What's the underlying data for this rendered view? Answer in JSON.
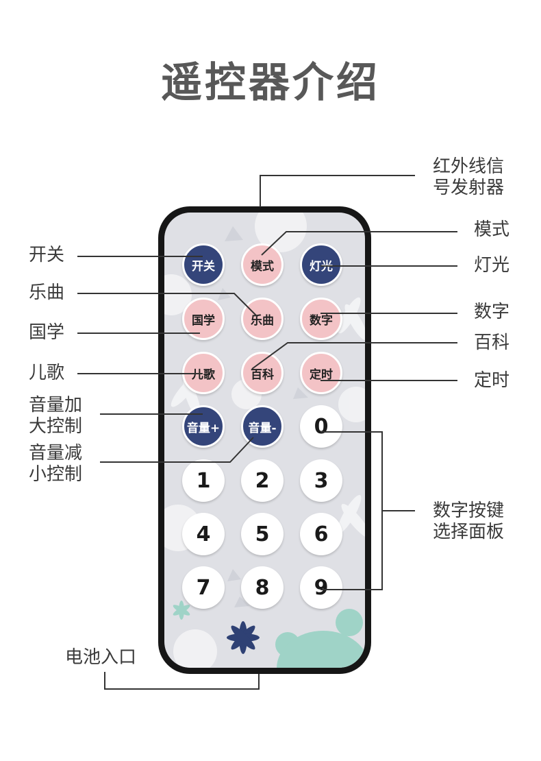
{
  "title": "遥控器介绍",
  "buttons": {
    "power": "开关",
    "mode": "模式",
    "light": "灯光",
    "guoxue": "国学",
    "music": "乐曲",
    "number": "数字",
    "children_song": "儿歌",
    "encyclopedia": "百科",
    "timer": "定时",
    "vol_up": "音量+",
    "vol_down": "音量-",
    "digits": [
      "0",
      "1",
      "2",
      "3",
      "4",
      "5",
      "6",
      "7",
      "8",
      "9"
    ]
  },
  "callouts": {
    "left": {
      "power": "开关",
      "music": "乐曲",
      "guoxue": "国学",
      "children_song": "儿歌",
      "vol_up_line1": "音量加",
      "vol_up_line2": "大控制",
      "vol_down_line1": "音量减",
      "vol_down_line2": "小控制",
      "battery": "电池入口"
    },
    "right": {
      "ir_line1": "红外线信",
      "ir_line2": "号发射器",
      "mode": "模式",
      "light": "灯光",
      "number": "数字",
      "encyclopedia": "百科",
      "timer": "定时",
      "digits_line1": "数字按键",
      "digits_line2": "选择面板"
    }
  },
  "colors": {
    "navy_button": "#34457a",
    "pink_button": "#f3c3c6",
    "remote_body": "#161616",
    "remote_face": "#dfe0e5",
    "bear": "#9fd3c7",
    "leader_line": "#333333"
  }
}
